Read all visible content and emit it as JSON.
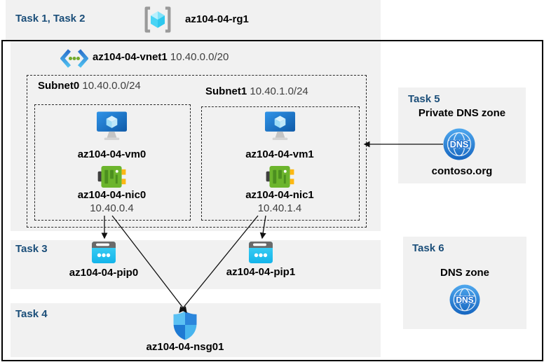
{
  "header": {
    "tasks": "Task 1, Task 2",
    "resource_group": "az104-04-rg1"
  },
  "vnet": {
    "name": "az104-04-vnet1",
    "cidr": "10.40.0.0/20",
    "subnets": [
      {
        "name": "Subnet0",
        "cidr": "10.40.0.0/24",
        "vm": "az104-04-vm0",
        "nic": "az104-04-nic0",
        "ip": "10.40.0.4"
      },
      {
        "name": "Subnet1",
        "cidr": "10.40.1.0/24",
        "vm": "az104-04-vm1",
        "nic": "az104-04-nic1",
        "ip": "10.40.1.4"
      }
    ]
  },
  "task3": {
    "label": "Task 3",
    "pip0": "az104-04-pip0",
    "pip1": "az104-04-pip1"
  },
  "task4": {
    "label": "Task 4",
    "nsg": "az104-04-nsg01"
  },
  "task5": {
    "label": "Task 5",
    "title": "Private DNS zone",
    "zone": "contoso.org"
  },
  "task6": {
    "label": "Task 6",
    "title": "DNS zone"
  },
  "icons": {
    "dns_text": "DNS",
    "names": [
      "resource-group-icon",
      "vnet-icon",
      "vm-icon",
      "nic-icon",
      "public-ip-icon",
      "nsg-shield-icon",
      "dns-globe-icon"
    ]
  },
  "colors": {
    "task_label": "#1b4e79",
    "panel_gray": "#f1f1f1",
    "diagram_border": "#000000",
    "arrow": "#111111",
    "vm_screen_blue": "#1e78d7",
    "nic_green": "#6cb52d",
    "nic_tab_yellow": "#fdb813",
    "pip_cyan": "#29c5f2",
    "shield_quadrants": [
      "#5bc1f3",
      "#2b86dc",
      "#1e7ad3",
      "#47b4ee"
    ],
    "dns_blue": "#2e86d2",
    "rg_cube_cyan": "#49d4f5",
    "secondary_text": "#3f3f3f"
  }
}
